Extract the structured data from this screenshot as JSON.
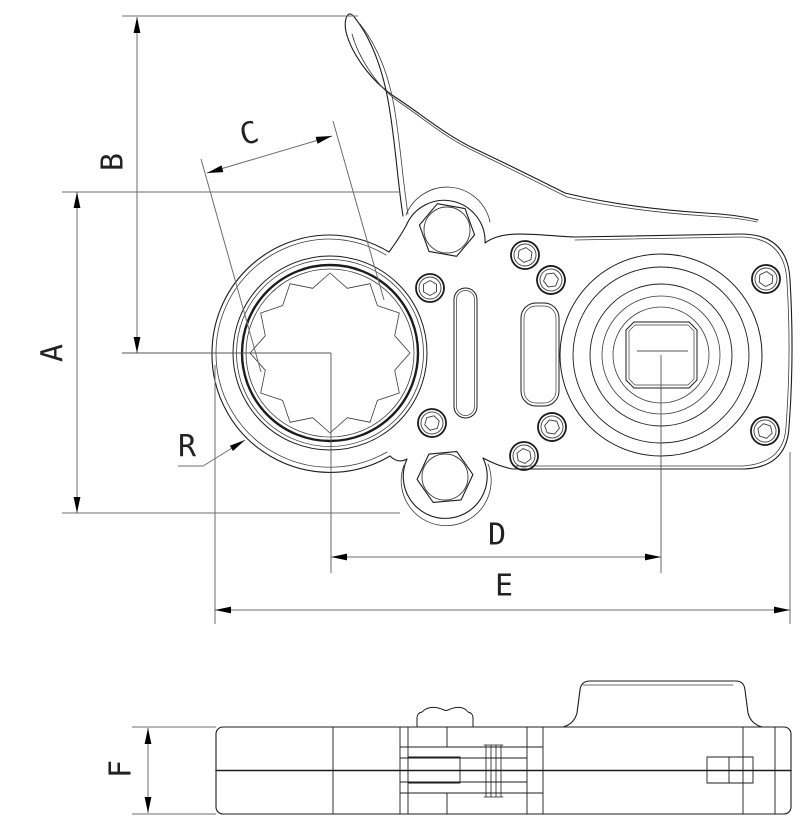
{
  "drawing": {
    "kind": "engineering line drawing, two orthographic views of a ratchet wrench head",
    "labels": {
      "A": "A",
      "B": "B",
      "C": "C",
      "D": "D",
      "E": "E",
      "F": "F",
      "R": "R"
    },
    "colors": {
      "background": "#ffffff",
      "outline": "#1c1c1c",
      "dimension_line": "#6e6e6e",
      "centerline": "#555555",
      "arrowhead": "#000000",
      "label_text": "#222222"
    }
  }
}
